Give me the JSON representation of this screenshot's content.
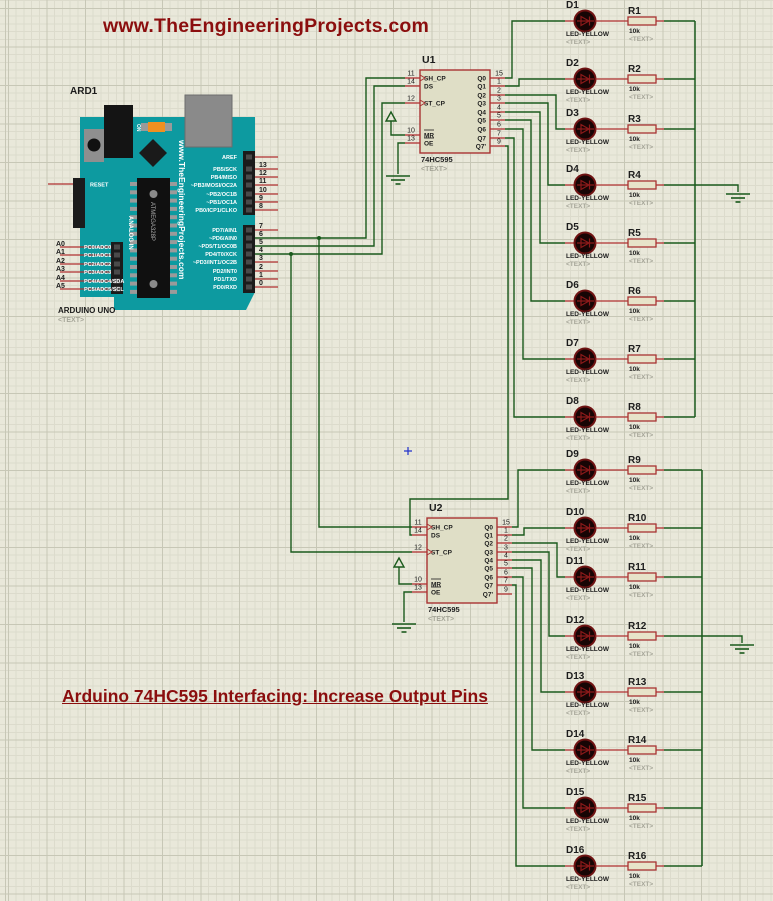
{
  "title": "www.TheEngineeringProjects.com",
  "heading": "Arduino 74HC595 Interfacing: Increase Output Pins",
  "placeholder": "<TEXT>",
  "arduino": {
    "ref": "ARD1",
    "board_name": "ARDUINO UNO",
    "silkscreen_url": "www.TheEngineeringProjects.com",
    "chip_label": "ATMEGA328P",
    "on_label": "ON",
    "reset_label": "RESET",
    "analog_in_label": "ANALOG IN",
    "aref_label": "AREF",
    "digital_upper": [
      {
        "num": "13",
        "label": "PB5/SCK"
      },
      {
        "num": "12",
        "label": "PB4/MISO"
      },
      {
        "num": "11",
        "label": "~PB3/MOSI/OC2A"
      },
      {
        "num": "10",
        "label": "~PB2/OC1B"
      },
      {
        "num": "9",
        "label": "~PB1/OC1A"
      },
      {
        "num": "8",
        "label": "PB0/ICP1/CLKO"
      }
    ],
    "digital_lower": [
      {
        "num": "7",
        "label": "PD7/AIN1"
      },
      {
        "num": "6",
        "label": "~PD6/AIN0"
      },
      {
        "num": "5",
        "label": "~PD5/T1/OC0B"
      },
      {
        "num": "4",
        "label": "PD4/T0/XCK"
      },
      {
        "num": "3",
        "label": "~PD3/INT1/OC2B"
      },
      {
        "num": "2",
        "label": "PD2/INT0"
      },
      {
        "num": "1",
        "label": "PD1/TXD"
      },
      {
        "num": "0",
        "label": "PD0/RXD"
      }
    ],
    "analog_pins": [
      {
        "num": "A0",
        "label": "PC0/ADC0"
      },
      {
        "num": "A1",
        "label": "PC1/ADC1"
      },
      {
        "num": "A2",
        "label": "PC2/ADC2"
      },
      {
        "num": "A3",
        "label": "PC3/ADC3"
      },
      {
        "num": "A4",
        "label": "PC4/ADC4/SDA"
      },
      {
        "num": "A5",
        "label": "PC5/ADC5/SCL"
      }
    ]
  },
  "ics": [
    {
      "ref": "U1",
      "part": "74HC595",
      "left_pins": [
        {
          "num": "11",
          "name": "SH_CP"
        },
        {
          "num": "14",
          "name": "DS"
        },
        {
          "num": "12",
          "name": "ST_CP"
        },
        {
          "num": "10",
          "name": "MR"
        },
        {
          "num": "13",
          "name": "OE"
        }
      ],
      "right_pins": [
        {
          "num": "15",
          "name": "Q0"
        },
        {
          "num": "1",
          "name": "Q1"
        },
        {
          "num": "2",
          "name": "Q2"
        },
        {
          "num": "3",
          "name": "Q3"
        },
        {
          "num": "4",
          "name": "Q4"
        },
        {
          "num": "5",
          "name": "Q5"
        },
        {
          "num": "6",
          "name": "Q6"
        },
        {
          "num": "7",
          "name": "Q7"
        },
        {
          "num": "9",
          "name": "Q7'"
        }
      ]
    },
    {
      "ref": "U2",
      "part": "74HC595",
      "left_pins": [
        {
          "num": "11",
          "name": "SH_CP"
        },
        {
          "num": "14",
          "name": "DS"
        },
        {
          "num": "12",
          "name": "ST_CP"
        },
        {
          "num": "10",
          "name": "MR"
        },
        {
          "num": "13",
          "name": "OE"
        }
      ],
      "right_pins": [
        {
          "num": "15",
          "name": "Q0"
        },
        {
          "num": "1",
          "name": "Q1"
        },
        {
          "num": "2",
          "name": "Q2"
        },
        {
          "num": "3",
          "name": "Q3"
        },
        {
          "num": "4",
          "name": "Q4"
        },
        {
          "num": "5",
          "name": "Q5"
        },
        {
          "num": "6",
          "name": "Q6"
        },
        {
          "num": "7",
          "name": "Q7"
        },
        {
          "num": "9",
          "name": "Q7'"
        }
      ]
    }
  ],
  "leds": [
    {
      "ref": "D1",
      "type": "LED-YELLOW"
    },
    {
      "ref": "D2",
      "type": "LED-YELLOW"
    },
    {
      "ref": "D3",
      "type": "LED-YELLOW"
    },
    {
      "ref": "D4",
      "type": "LED-YELLOW"
    },
    {
      "ref": "D5",
      "type": "LED-YELLOW"
    },
    {
      "ref": "D6",
      "type": "LED-YELLOW"
    },
    {
      "ref": "D7",
      "type": "LED-YELLOW"
    },
    {
      "ref": "D8",
      "type": "LED-YELLOW"
    },
    {
      "ref": "D9",
      "type": "LED-YELLOW"
    },
    {
      "ref": "D10",
      "type": "LED-YELLOW"
    },
    {
      "ref": "D11",
      "type": "LED-YELLOW"
    },
    {
      "ref": "D12",
      "type": "LED-YELLOW"
    },
    {
      "ref": "D13",
      "type": "LED-YELLOW"
    },
    {
      "ref": "D14",
      "type": "LED-YELLOW"
    },
    {
      "ref": "D15",
      "type": "LED-YELLOW"
    },
    {
      "ref": "D16",
      "type": "LED-YELLOW"
    }
  ],
  "resistors": [
    {
      "ref": "R1",
      "value": "10k"
    },
    {
      "ref": "R2",
      "value": "10k"
    },
    {
      "ref": "R3",
      "value": "10k"
    },
    {
      "ref": "R4",
      "value": "10k"
    },
    {
      "ref": "R5",
      "value": "10k"
    },
    {
      "ref": "R6",
      "value": "10k"
    },
    {
      "ref": "R7",
      "value": "10k"
    },
    {
      "ref": "R8",
      "value": "10k"
    },
    {
      "ref": "R9",
      "value": "10k"
    },
    {
      "ref": "R10",
      "value": "10k"
    },
    {
      "ref": "R11",
      "value": "10k"
    },
    {
      "ref": "R12",
      "value": "10k"
    },
    {
      "ref": "R13",
      "value": "10k"
    },
    {
      "ref": "R14",
      "value": "10k"
    },
    {
      "ref": "R15",
      "value": "10k"
    },
    {
      "ref": "R16",
      "value": "10k"
    }
  ],
  "colors": {
    "accent_text": "#8b0e0e",
    "wire": "#1a5a1c",
    "pin_stub": "#b03030",
    "component_outline": "#a83232",
    "ic_fill": "#dfdec6",
    "board_teal": "#0d9aa0",
    "led_body": "#170505",
    "led_symbol": "#8b1a1a",
    "grid_bg": "#e9e8da",
    "placeholder_gray": "#a5a598",
    "label_dark": "#1c1c1c",
    "origin_cross": "#2233cc"
  }
}
